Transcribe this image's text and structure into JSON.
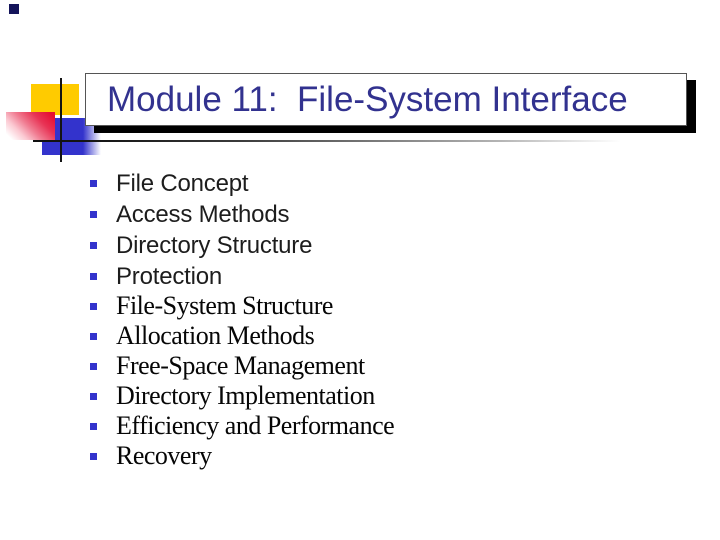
{
  "slide": {
    "title": "Module 11:  File-System Interface",
    "bullet_items": [
      {
        "label": "File Concept",
        "style": "sans"
      },
      {
        "label": "Access Methods",
        "style": "sans"
      },
      {
        "label": "Directory Structure",
        "style": "sans"
      },
      {
        "label": "Protection",
        "style": "sans"
      },
      {
        "label": "File-System Structure",
        "style": "serif"
      },
      {
        "label": "Allocation Methods",
        "style": "serif"
      },
      {
        "label": "Free-Space Management",
        "style": "serif"
      },
      {
        "label": "Directory Implementation",
        "style": "serif"
      },
      {
        "label": "Efficiency and Performance",
        "style": "serif"
      },
      {
        "label": "Recovery",
        "style": "serif"
      }
    ],
    "colors": {
      "background": "#FFFFFF",
      "title_text": "#32328F",
      "bullet_square": "#3333CC",
      "decor_yellow": "#FFCB00",
      "decor_red": "#E8112D",
      "decor_blue": "#3333CC",
      "decor_navy": "#14145A",
      "crosshair_line": "#141414",
      "title_box_border": "#555555",
      "title_box_shadow": "#000000"
    }
  }
}
